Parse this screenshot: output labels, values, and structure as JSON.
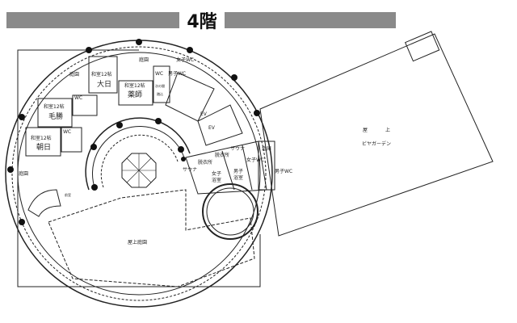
{
  "floor_title": "4階",
  "rooms": {
    "garden_top": "庭園",
    "garden_left_top": "庭園",
    "garden_left_bottom": "庭園",
    "dainichi_size": "和室12帖",
    "dainichi_name": "大日",
    "yakushi_size": "和室12帖",
    "yakushi_name": "薬師",
    "kesho_size": "和室12帖",
    "kesho_name": "毛勝",
    "asahi_size": "和室12帖",
    "asahi_name": "朝日",
    "wc": "WC",
    "womens_wc": "女子WC",
    "mens_wc": "男子WC",
    "next_room": "次の間",
    "entry": "踏込",
    "ev": "EV",
    "dressing_room": "脱衣所",
    "sauna": "サウナ",
    "womens_bath_1": "女子",
    "womens_bath_2": "浴室",
    "mens_bath_1": "男子",
    "mens_bath_2": "浴室",
    "storage": "倉庫",
    "rooftop_garden": "屋上庭園",
    "rooftop_1": "屋",
    "rooftop_2": "上",
    "beer_garden": "ビヤガーデン",
    "stairs_room": "前室"
  },
  "colors": {
    "title_bar": "#8a8a8a",
    "line": "#222222"
  }
}
